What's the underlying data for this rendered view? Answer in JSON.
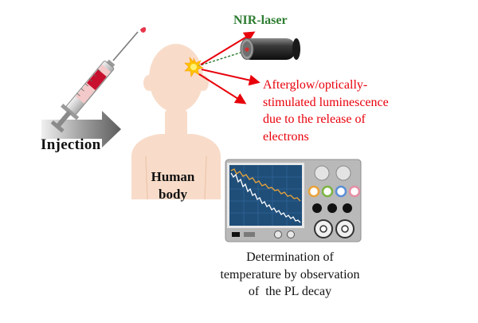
{
  "labels": {
    "nir_laser": "NIR-laser",
    "afterglow": [
      "Afterglow/optically-",
      "stimulated luminescence",
      "due to the release of",
      "electrons"
    ],
    "injection": "Injection",
    "human_body": [
      "Human",
      "body"
    ],
    "determination": [
      "Determination of",
      "temperature by observation",
      "of  the PL decay"
    ]
  },
  "colors": {
    "arrow_red": "#e8000b",
    "laser_label": "#2e7d32",
    "laser_beam": "#2e7d32",
    "skin": "#f8dcc9",
    "screen_bg": "#1f4e79",
    "trace_orange": "#e8a33a",
    "trace_white": "#ffffff",
    "device_body": "#b9b9b9"
  },
  "icons": [
    "syringe-icon",
    "human-silhouette-icon",
    "flash-icon",
    "laser-pointer-icon",
    "oscilloscope-icon"
  ]
}
